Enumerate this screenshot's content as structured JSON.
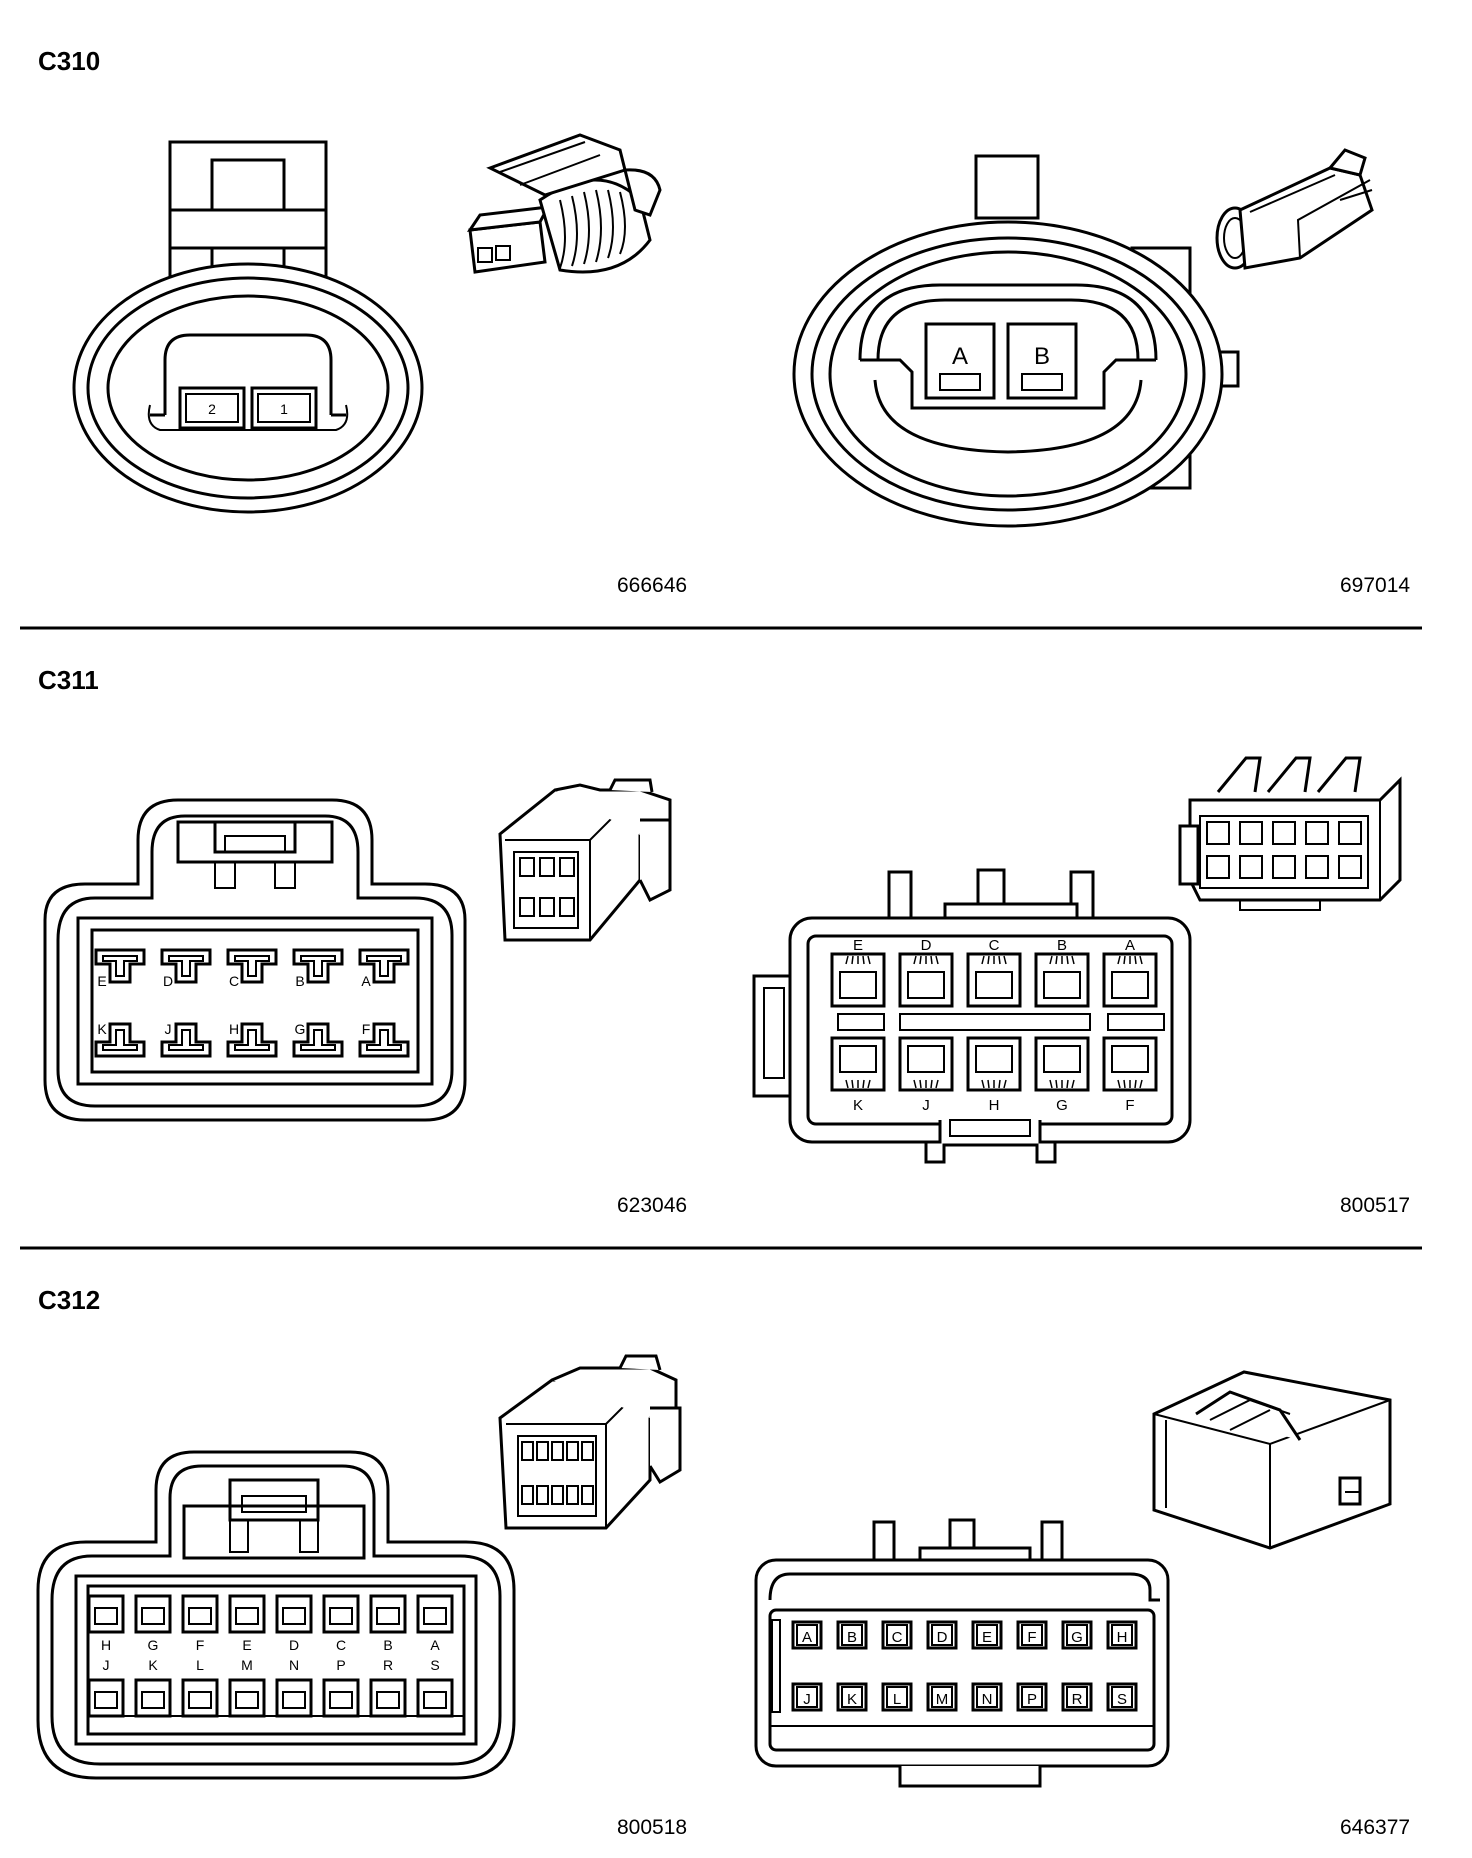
{
  "sections": [
    {
      "title": "C310",
      "left": {
        "part_number": "666646",
        "pins": [
          "2",
          "1"
        ]
      },
      "right": {
        "part_number": "697014",
        "pins": [
          "A",
          "B"
        ]
      }
    },
    {
      "title": "C311",
      "left": {
        "part_number": "623046",
        "top_row": [
          "E",
          "D",
          "C",
          "B",
          "A"
        ],
        "bottom_row": [
          "K",
          "J",
          "H",
          "G",
          "F"
        ]
      },
      "right": {
        "part_number": "800517",
        "top_row": [
          "E",
          "D",
          "C",
          "B",
          "A"
        ],
        "bottom_row": [
          "K",
          "J",
          "H",
          "G",
          "F"
        ]
      }
    },
    {
      "title": "C312",
      "left": {
        "part_number": "800518",
        "top_row": [
          "H",
          "G",
          "F",
          "E",
          "D",
          "C",
          "B",
          "A"
        ],
        "bottom_row": [
          "J",
          "K",
          "L",
          "M",
          "N",
          "P",
          "R",
          "S"
        ]
      },
      "right": {
        "part_number": "646377",
        "top_row": [
          "A",
          "B",
          "C",
          "D",
          "E",
          "F",
          "G",
          "H"
        ],
        "bottom_row": [
          "J",
          "K",
          "L",
          "M",
          "N",
          "P",
          "R",
          "S"
        ]
      }
    }
  ]
}
